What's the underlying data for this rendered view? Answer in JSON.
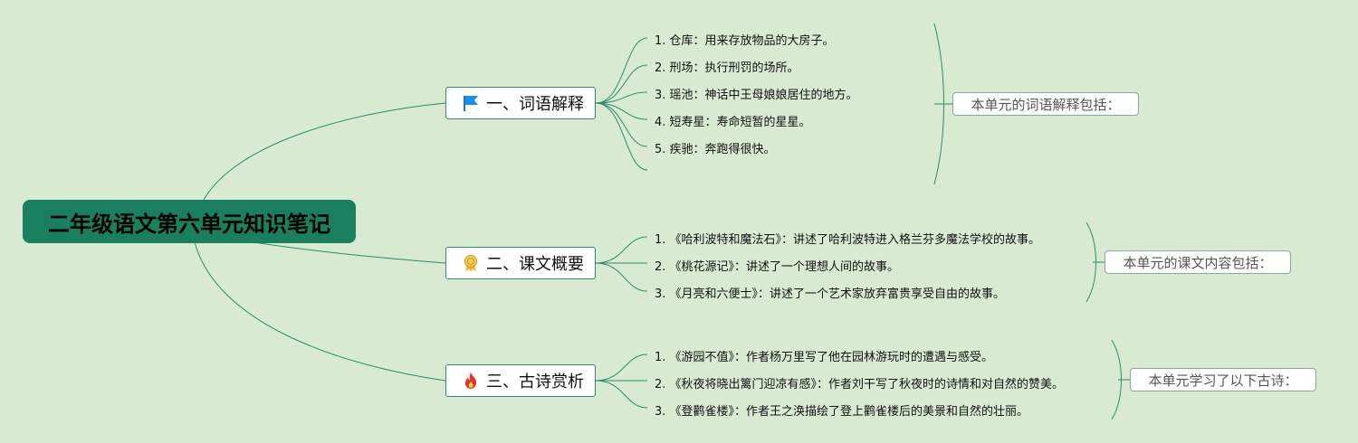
{
  "root": {
    "title": "二年级语文第六单元知识笔记"
  },
  "branches": [
    {
      "label": "一、词语解释",
      "icon": "flag-icon",
      "items": [
        "1. 仓库：用来存放物品的大房子。",
        "2. 刑场：执行刑罚的场所。",
        "3. 瑶池：神话中王母娘娘居住的地方。",
        "4. 短寿星：寿命短暂的星星。",
        "5. 疾驰：奔跑得很快。"
      ],
      "summary": "本单元的词语解释包括："
    },
    {
      "label": "二、课文概要",
      "icon": "award-ribbon-icon",
      "items": [
        "1. 《哈利波特和魔法石》：讲述了哈利波特进入格兰芬多魔法学校的故事。",
        "2. 《桃花源记》：讲述了一个理想人间的故事。",
        "3. 《月亮和六便士》：讲述了一个艺术家放弃富贵享受自由的故事。"
      ],
      "summary": "本单元的课文内容包括："
    },
    {
      "label": "三、古诗赏析",
      "icon": "fire-icon",
      "items": [
        "1. 《游园不值》：作者杨万里写了他在园林游玩时的遭遇与感受。",
        "2. 《秋夜将晓出篱门迎凉有感》：作者刘干写了秋夜时的诗情和对自然的赞美。",
        "3. 《登鹳雀楼》：作者王之涣描绘了登上鹳雀楼后的美景和自然的壮丽。"
      ],
      "summary": "本单元学习了以下古诗："
    }
  ],
  "colors": {
    "background": "#d9ead3",
    "root": "#1a7f5e",
    "line": "#2e8b6e"
  }
}
